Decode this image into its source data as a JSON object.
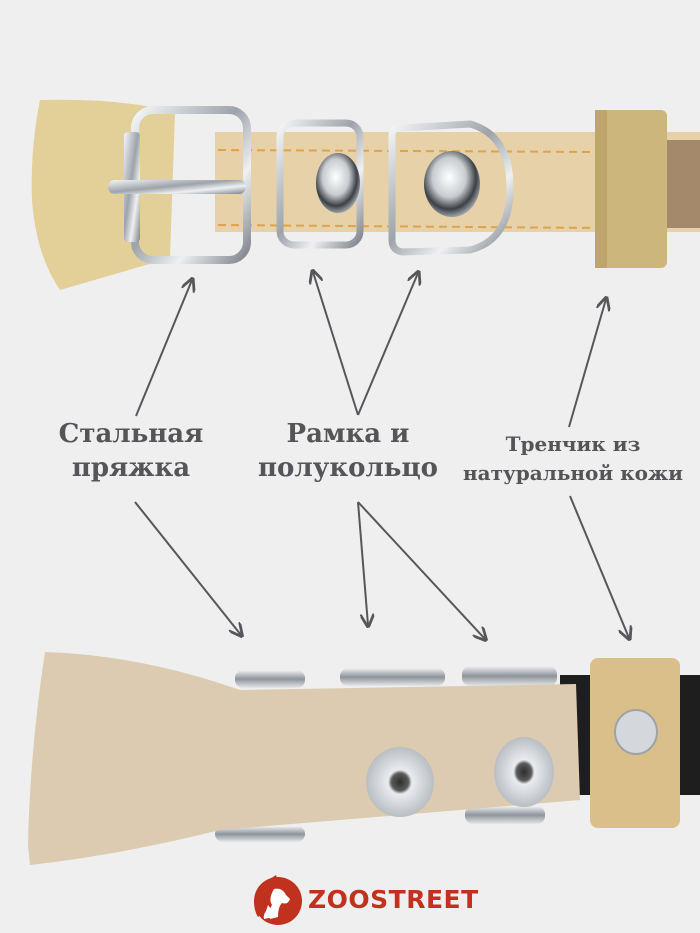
{
  "callouts": {
    "buckle": {
      "line1": "Стальная",
      "line2": "пряжка"
    },
    "rings": {
      "line1": "Рамка и",
      "line2": "полукольцо"
    },
    "keeper": {
      "line1": "Тренчик из",
      "line2": "натуральной кожи"
    }
  },
  "brand": {
    "name": "ZOOSTREET",
    "logo_icon": "horse-dog-cat-silhouette-icon",
    "color": "#c0321e"
  },
  "colors": {
    "background": "#efefef",
    "text": "#555559",
    "arrow": "#57575b",
    "leather_smooth": "#e6d1a8",
    "suede_tip": "#e3cf98",
    "keeper_leather": "#cdb67b",
    "stitching": "#e0a24c",
    "steel": "#c9cdd2",
    "suede_back": "#dccbb0"
  }
}
